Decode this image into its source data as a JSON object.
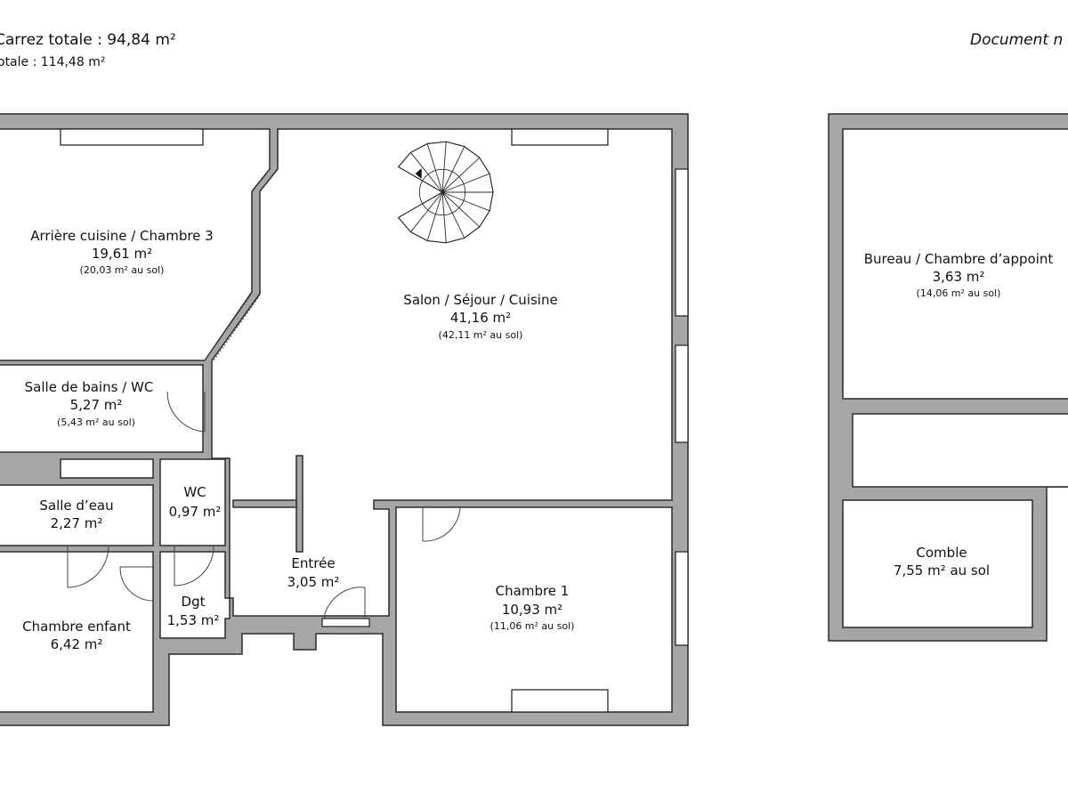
{
  "header": {
    "carrez_total": "Carrez totale : 94,84 m²",
    "surface_total": "otale : 114,48 m²",
    "document_label": "Document n"
  },
  "colors": {
    "wall": "#a6a6a6",
    "outline": "#2b2b2b"
  },
  "rooms": {
    "arriere_cuisine": {
      "name": "Arrière cuisine / Chambre 3",
      "area": "19,61 m²",
      "floor": "(20,03 m² au sol)"
    },
    "salon": {
      "name": "Salon / Séjour / Cuisine",
      "area": "41,16 m²",
      "floor": "(42,11 m² au sol)"
    },
    "salle_de_bains": {
      "name": "Salle de bains / WC",
      "area": "5,27 m²",
      "floor": "(5,43 m² au sol)"
    },
    "salle_deau": {
      "name": "Salle d’eau",
      "area": "2,27 m²"
    },
    "wc": {
      "name": "WC",
      "area": "0,97 m²"
    },
    "chambre_enfant": {
      "name": "Chambre enfant",
      "area": "6,42 m²"
    },
    "dgt": {
      "name": "Dgt",
      "area": "1,53 m²"
    },
    "entree": {
      "name": "Entrée",
      "area": "3,05 m²"
    },
    "chambre1": {
      "name": "Chambre 1",
      "area": "10,93 m²",
      "floor": "(11,06 m² au sol)"
    },
    "bureau": {
      "name": "Bureau / Chambre d’appoint",
      "area": "3,63 m²",
      "floor": "(14,06 m² au sol)"
    },
    "comble": {
      "name": "Comble",
      "area": "7,55 m² au sol"
    }
  }
}
